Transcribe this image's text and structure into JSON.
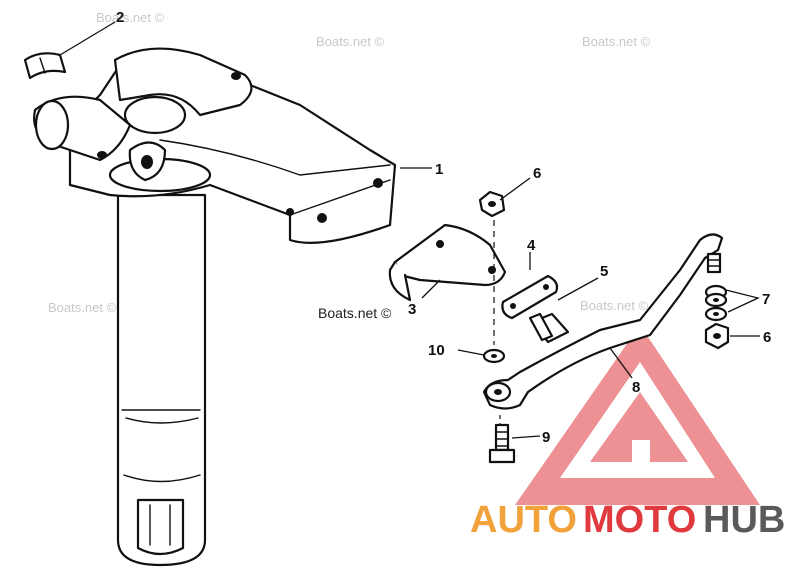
{
  "watermark_text": "Boats.net ©",
  "callouts": [
    "1",
    "2",
    "3",
    "4",
    "5",
    "6",
    "7",
    "6",
    "8",
    "9",
    "10"
  ],
  "brand": {
    "part1": "AUTO",
    "part2": "MOTO",
    "part3": "HUB",
    "color_orange": "#f2a23a",
    "color_red": "#e0393e",
    "color_gray": "#5a5a5a"
  }
}
